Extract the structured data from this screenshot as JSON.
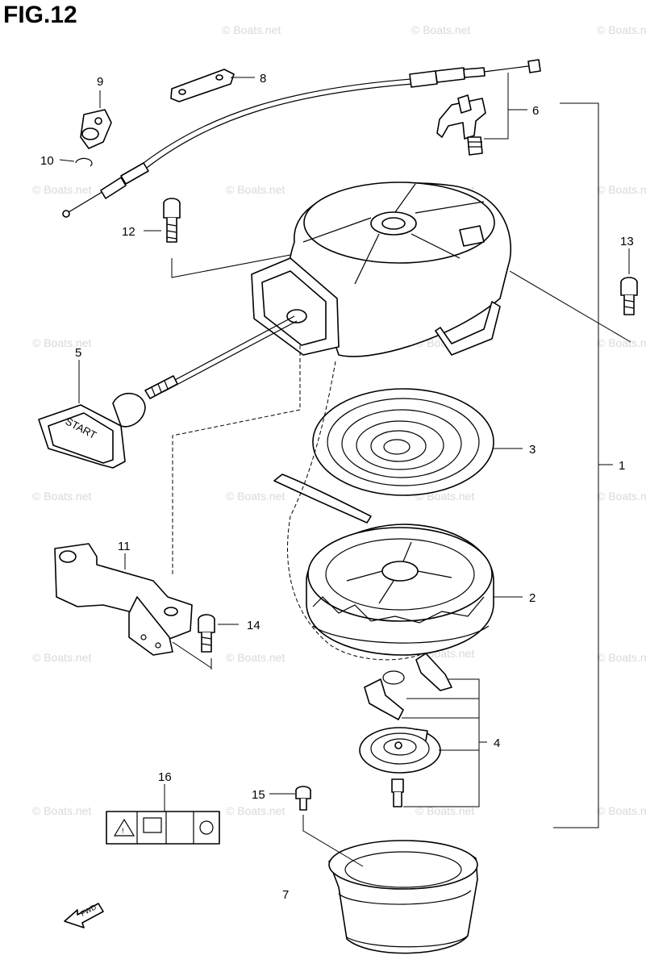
{
  "figure": {
    "title": "FIG.12",
    "watermark": "© Boats.net"
  },
  "callouts": [
    {
      "id": "1",
      "label": "1"
    },
    {
      "id": "2",
      "label": "2"
    },
    {
      "id": "3",
      "label": "3"
    },
    {
      "id": "4",
      "label": "4"
    },
    {
      "id": "5",
      "label": "5"
    },
    {
      "id": "6",
      "label": "6"
    },
    {
      "id": "7",
      "label": "7"
    },
    {
      "id": "8",
      "label": "8"
    },
    {
      "id": "9",
      "label": "9"
    },
    {
      "id": "10",
      "label": "10"
    },
    {
      "id": "11",
      "label": "11"
    },
    {
      "id": "12",
      "label": "12"
    },
    {
      "id": "13",
      "label": "13"
    },
    {
      "id": "14",
      "label": "14"
    },
    {
      "id": "15",
      "label": "15"
    },
    {
      "id": "16",
      "label": "16"
    }
  ],
  "parts_text": {
    "handle_label": "START",
    "fwd_arrow": "FWD"
  },
  "colors": {
    "line": "#000000",
    "background": "#ffffff",
    "watermark": "#d9d9d9"
  }
}
